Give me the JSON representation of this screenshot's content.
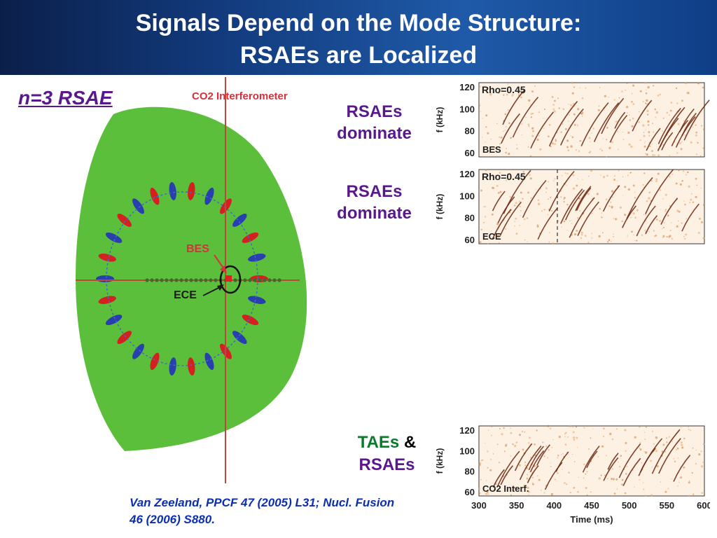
{
  "header": {
    "line1": "Signals Depend on the Mode Structure:",
    "line2": "RSAEs are Localized"
  },
  "mode_label": "n=3 RSAE",
  "diagram": {
    "co2_label": "CO2 Interferometer",
    "bes_label": "BES",
    "ece_label": "ECE",
    "colors": {
      "plasma": "#5cbf3c",
      "positive": "#d42020",
      "negative": "#2a3fae",
      "chord": "#c0463a"
    }
  },
  "annotations": {
    "bes": {
      "line1": "RSAEs",
      "line2": "dominate"
    },
    "ece": {
      "line1": "RSAEs",
      "line2": "dominate"
    },
    "co2": {
      "tae": "TAEs",
      "amp": "&",
      "rsae": "RSAEs"
    }
  },
  "panels": [
    {
      "rho": "Rho=0.45",
      "name": "BES",
      "yticks": [
        "120",
        "100",
        "80",
        "60"
      ],
      "ylabel": "f  (kHz)"
    },
    {
      "rho": "Rho=0.45",
      "name": "ECE",
      "yticks": [
        "120",
        "100",
        "80",
        "60"
      ],
      "ylabel": "f  (kHz)"
    },
    {
      "rho": "",
      "name": "CO2  Interf.",
      "yticks": [
        "120",
        "100",
        "80",
        "60"
      ],
      "ylabel": "f  (kHz)",
      "xticks": [
        "300",
        "350",
        "400",
        "450",
        "500",
        "550",
        "600"
      ],
      "xlabel": "Time  (ms)"
    }
  ],
  "citation": {
    "line1": "Van Zeeland, PPCF 47 (2005) L31; Nucl. Fusion",
    "line2": "46 (2006) S880."
  }
}
